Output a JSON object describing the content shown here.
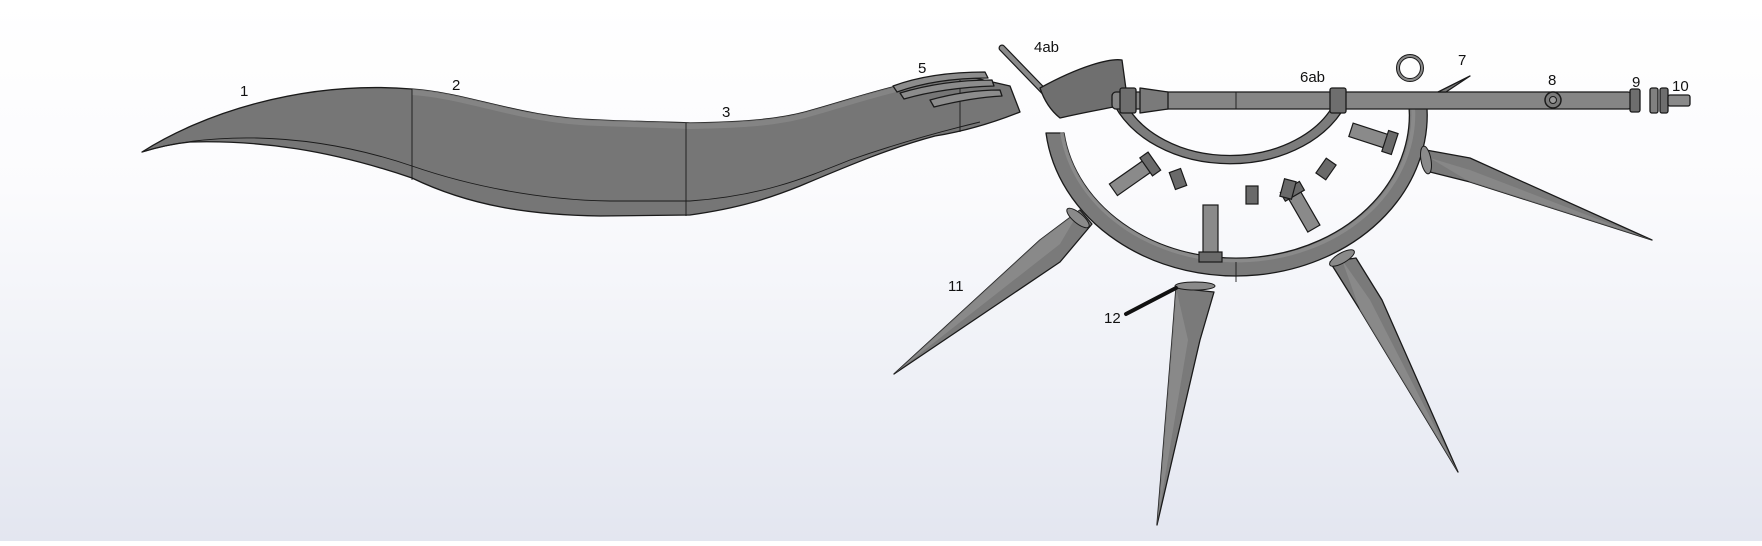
{
  "labels": {
    "l1": "1",
    "l2": "2",
    "l3": "3",
    "l4": "4ab",
    "l5": "5",
    "l6": "6ab",
    "l7": "7",
    "l8": "8",
    "l9": "9",
    "l10": "10",
    "l11": "11",
    "l12": "12"
  },
  "colors": {
    "part_fill": "#787878",
    "part_light": "#8e8e8e",
    "part_dark": "#5f5f5f",
    "edge": "#1a1a1a"
  }
}
